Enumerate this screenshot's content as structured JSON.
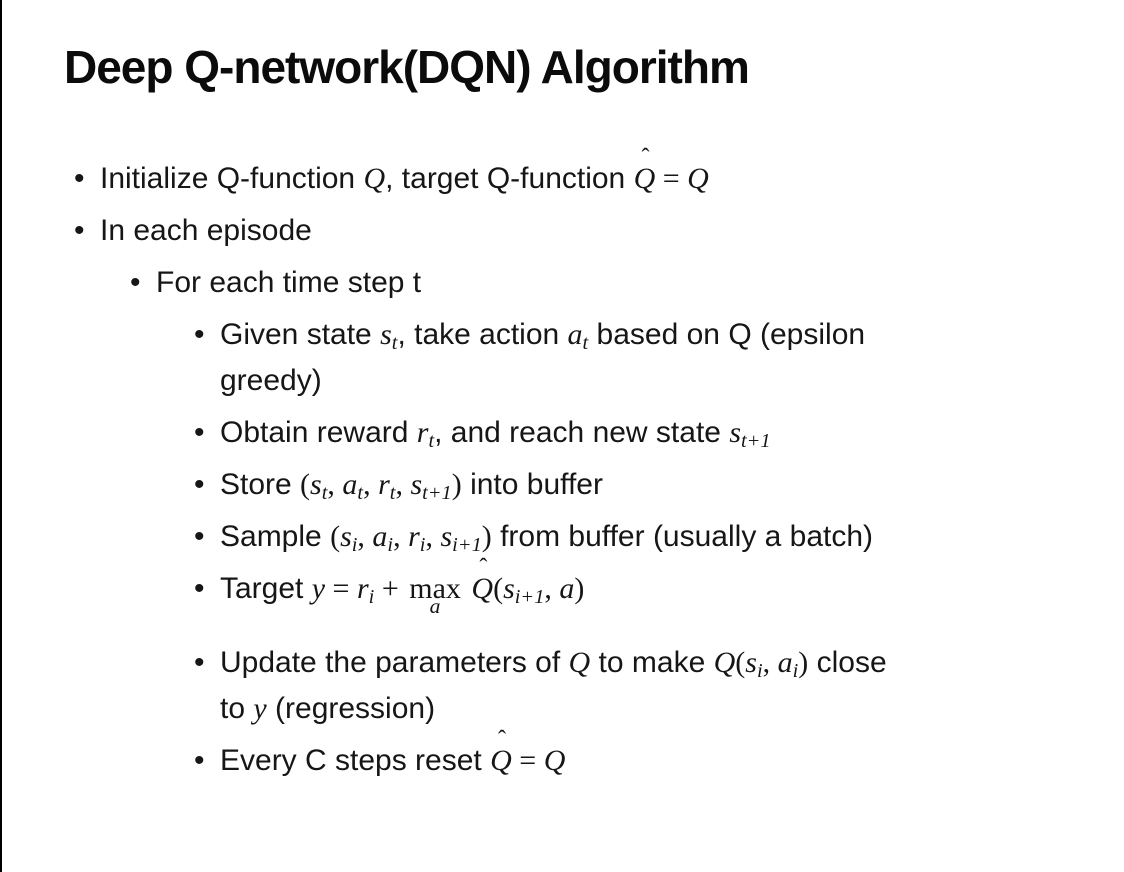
{
  "slide": {
    "title": "Deep Q-network(DQN) Algorithm",
    "colors": {
      "background": "#ffffff",
      "text": "#161616",
      "title_text": "#0b0b0b",
      "left_border": "#000000"
    },
    "bullets": [
      {
        "level": 1,
        "segments": [
          {
            "s": "Initialize Q-function "
          },
          {
            "v": "Q"
          },
          {
            "s": ", target Q-function "
          },
          {
            "h": "Q"
          },
          {
            "o": " = "
          },
          {
            "v": "Q"
          }
        ]
      },
      {
        "level": 1,
        "segments": [
          {
            "s": "In each episode"
          }
        ]
      },
      {
        "level": 2,
        "segments": [
          {
            "s": "For each time step t"
          }
        ]
      },
      {
        "level": 3,
        "segments": [
          {
            "s": "Given state "
          },
          {
            "v": "s"
          },
          {
            "b": "t"
          },
          {
            "s": ", take action "
          },
          {
            "v": "a"
          },
          {
            "b": "t"
          },
          {
            "s": " based on Q (epsilon"
          },
          {
            "br": true
          },
          {
            "s": "greedy)"
          }
        ]
      },
      {
        "level": 3,
        "segments": [
          {
            "s": "Obtain reward "
          },
          {
            "v": "r"
          },
          {
            "b": "t"
          },
          {
            "s": ", and reach new state "
          },
          {
            "v": "s"
          },
          {
            "b": "t+1"
          }
        ]
      },
      {
        "level": 3,
        "segments": [
          {
            "s": "Store "
          },
          {
            "o": "("
          },
          {
            "v": "s"
          },
          {
            "b": "t"
          },
          {
            "o": ", "
          },
          {
            "v": "a"
          },
          {
            "b": "t"
          },
          {
            "o": ", "
          },
          {
            "v": "r"
          },
          {
            "b": "t"
          },
          {
            "o": ", "
          },
          {
            "v": "s"
          },
          {
            "b": "t+1"
          },
          {
            "o": ")"
          },
          {
            "s": " into buffer"
          }
        ]
      },
      {
        "level": 3,
        "segments": [
          {
            "s": "Sample "
          },
          {
            "o": "("
          },
          {
            "v": "s"
          },
          {
            "b": "i"
          },
          {
            "o": ", "
          },
          {
            "v": "a"
          },
          {
            "b": "i"
          },
          {
            "o": ", "
          },
          {
            "v": "r"
          },
          {
            "b": "i"
          },
          {
            "o": ", "
          },
          {
            "v": "s"
          },
          {
            "b": "i+1"
          },
          {
            "o": ")"
          },
          {
            "s": " from buffer (usually a batch)"
          }
        ]
      },
      {
        "level": 3,
        "segments": [
          {
            "s": "Target "
          },
          {
            "v": "y"
          },
          {
            "o": " = "
          },
          {
            "v": "r"
          },
          {
            "b": "i"
          },
          {
            "o": " + "
          },
          {
            "m": {
              "base": "max",
              "under": "a"
            }
          },
          {
            "o": " "
          },
          {
            "h": "Q"
          },
          {
            "o": "("
          },
          {
            "v": "s"
          },
          {
            "b": "i+1"
          },
          {
            "o": ", "
          },
          {
            "v": "a"
          },
          {
            "o": ")"
          }
        ]
      },
      {
        "level": 3,
        "segments": [
          {
            "s": "Update the parameters of "
          },
          {
            "v": "Q"
          },
          {
            "s": " to make "
          },
          {
            "v": "Q"
          },
          {
            "o": "("
          },
          {
            "v": "s"
          },
          {
            "b": "i"
          },
          {
            "o": ", "
          },
          {
            "v": "a"
          },
          {
            "b": "i"
          },
          {
            "o": ")"
          },
          {
            "s": " close"
          },
          {
            "br": true
          },
          {
            "s": "to "
          },
          {
            "v": "y"
          },
          {
            "s": " (regression)"
          }
        ]
      },
      {
        "level": 3,
        "segments": [
          {
            "s": "Every C steps reset "
          },
          {
            "h": "Q"
          },
          {
            "o": " = "
          },
          {
            "v": "Q"
          }
        ]
      }
    ]
  }
}
